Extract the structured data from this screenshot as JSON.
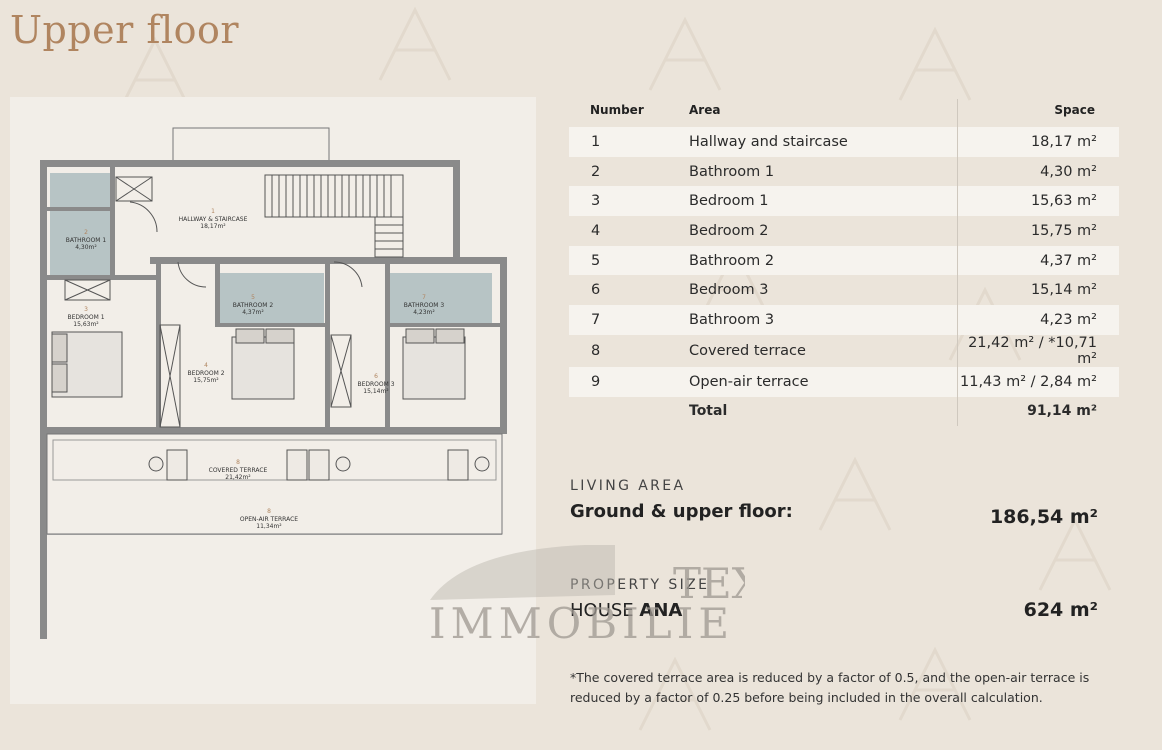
{
  "page": {
    "title": "Upper floor"
  },
  "plan": {
    "rooms": [
      {
        "number": "1",
        "name": "HALLWAY & STAIRCASE",
        "area": "18,17m²"
      },
      {
        "number": "2",
        "name": "BATHROOM 1",
        "area": "4,30m²"
      },
      {
        "number": "3",
        "name": "BEDROOM 1",
        "area": "15,63m²"
      },
      {
        "number": "4",
        "name": "BEDROOM 2",
        "area": "15,75m²"
      },
      {
        "number": "5",
        "name": "BATHROOM 2",
        "area": "4,37m²"
      },
      {
        "number": "6",
        "name": "BEDROOM 3",
        "area": "15,14m²"
      },
      {
        "number": "7",
        "name": "BATHROOM 3",
        "area": "4,23m²"
      },
      {
        "number": "8",
        "name": "COVERED TERRACE",
        "area": "21,42m²"
      },
      {
        "number": "8",
        "name": "OPEN-AIR TERRACE",
        "area": "11,34m²"
      }
    ]
  },
  "table": {
    "headers": {
      "number": "Number",
      "area": "Area",
      "space": "Space"
    },
    "rows": [
      {
        "number": "1",
        "area": "Hallway and staircase",
        "space": "18,17 m²"
      },
      {
        "number": "2",
        "area": "Bathroom 1",
        "space": "4,30 m²"
      },
      {
        "number": "3",
        "area": "Bedroom 1",
        "space": "15,63 m²"
      },
      {
        "number": "4",
        "area": "Bedroom 2",
        "space": "15,75 m²"
      },
      {
        "number": "5",
        "area": "Bathroom 2",
        "space": "4,37 m²"
      },
      {
        "number": "6",
        "area": "Bedroom 3",
        "space": "15,14 m²"
      },
      {
        "number": "7",
        "area": "Bathroom 3",
        "space": "4,23 m²"
      },
      {
        "number": "8",
        "area": "Covered terrace",
        "space": "21,42 m² / *10,71 m²"
      },
      {
        "number": "9",
        "area": "Open-air terrace",
        "space": "11,43 m² / 2,84 m²"
      }
    ],
    "total": {
      "label": "Total",
      "space": "91,14 m²"
    }
  },
  "living": {
    "caption": "LIVING AREA",
    "label": "Ground & upper floor:",
    "value": "186,54 m²"
  },
  "property": {
    "caption": "PROPERTY SIZE",
    "label_prefix": "HOUSE ",
    "label_name": "ANA",
    "value": "624 m²"
  },
  "footnote": "*The covered terrace area is reduced by a factor of 0.5, and the open-air terrace is reduced by a factor of 0.25 before being included in the overall calculation.",
  "watermark": {
    "line1": "TEX",
    "line2": "IMMOBILIE"
  },
  "colors": {
    "background": "#ebe4da",
    "title": "#b08560",
    "panel": "#f2eee8",
    "wall": "#8a8a8a",
    "bathroom": "#b7c4c5"
  }
}
